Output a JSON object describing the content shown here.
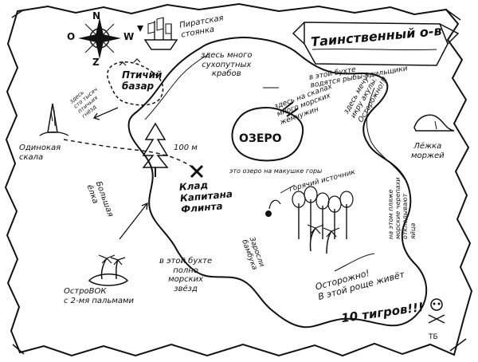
{
  "map": {
    "title": "Таинственный о-в",
    "compass": {
      "n": "N",
      "w": "W",
      "o": "O",
      "z": "Z"
    },
    "labels": {
      "pirate_anchorage": [
        "Пиратская",
        "стоянка"
      ],
      "bird_market": [
        "Птичий",
        "базар"
      ],
      "hundred_thousand_birds": [
        "здесь",
        "сто тысяч",
        "птичьих",
        "гнёзд"
      ],
      "crabs": [
        "здесь много",
        "сухопутных",
        "крабов"
      ],
      "whale_bay": [
        "в этой бухте",
        "водятся рыбы-удильщики"
      ],
      "rocks_pearls": [
        "здесь на скалах",
        "много морских",
        "жемчужин"
      ],
      "sharks": [
        "здесь мечут",
        "икру акулы.",
        "Осторожно!!!"
      ],
      "lake": "ОЗЕРО",
      "lake_caption": "это озеро на макушке горы",
      "lonely_rock": [
        "Одинокая",
        "скала"
      ],
      "big_fir": [
        "Большая",
        "ёлка"
      ],
      "hundred_m": "100 м",
      "treasure": [
        "Клад",
        "Капитана",
        "Флинта"
      ],
      "hot_spring": "горячий источник",
      "bamboo": [
        "Заросли",
        "бамбука"
      ],
      "walrus": [
        "Лёжка",
        "моржей"
      ],
      "turtles": [
        "на этом пляже",
        "морские черепахи",
        "откладывают",
        "яйца"
      ],
      "starfish": [
        "в этой бухте",
        "полно",
        "морских",
        "звёзд"
      ],
      "palm_island": [
        "ОстроВОК",
        "с 2-мя пальмами"
      ],
      "tigers_warning": [
        "Осторожно!",
        "В этой роще живёт"
      ],
      "tigers_count": "10 тигров!!!",
      "signature": "ТБ"
    }
  }
}
